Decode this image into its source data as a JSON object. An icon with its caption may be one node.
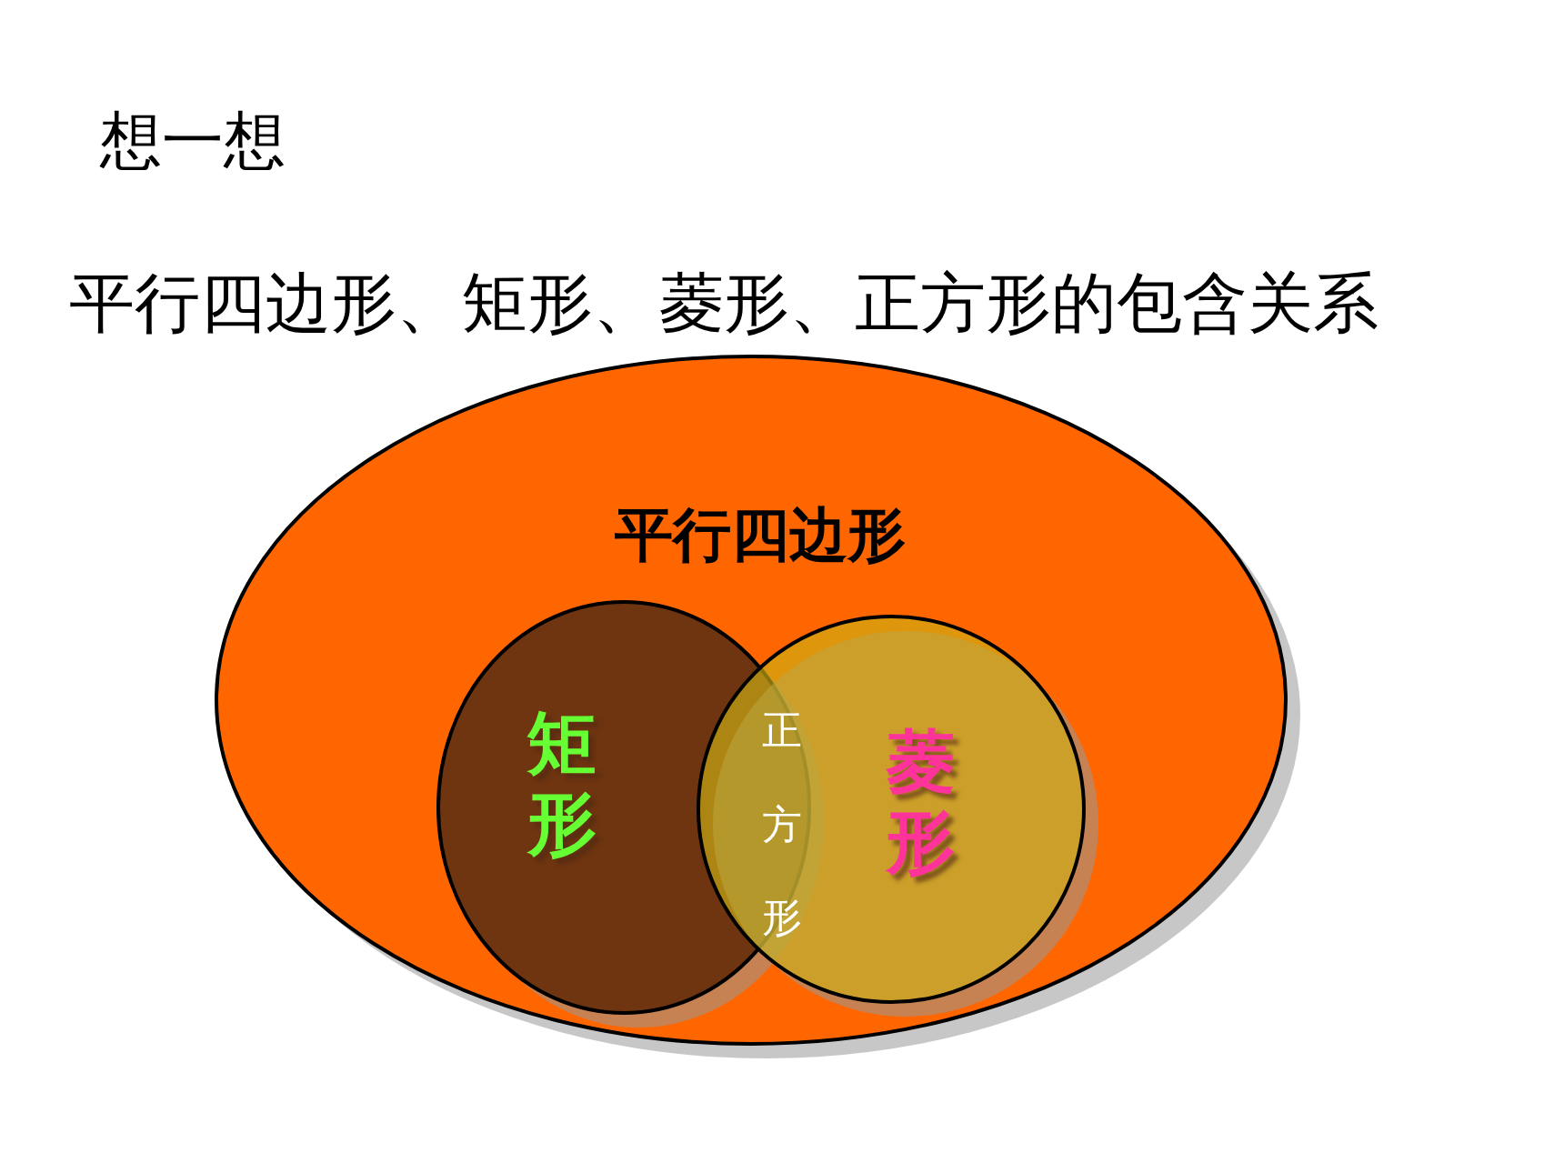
{
  "diagram": {
    "title": "想一想",
    "nodes": [
      {
        "text": [
          "平行四边形"
        ]
      },
      {
        "text": [
          "矩形"
        ],
        "in": 0
      },
      {
        "text": [
          "菱形"
        ],
        "in": 0
      },
      {
        "text": [
          "正方形"
        ]
      }
    ],
    "labels": [
      "平行四边形、矩形、菱形、正方形的包含关系"
    ]
  }
}
